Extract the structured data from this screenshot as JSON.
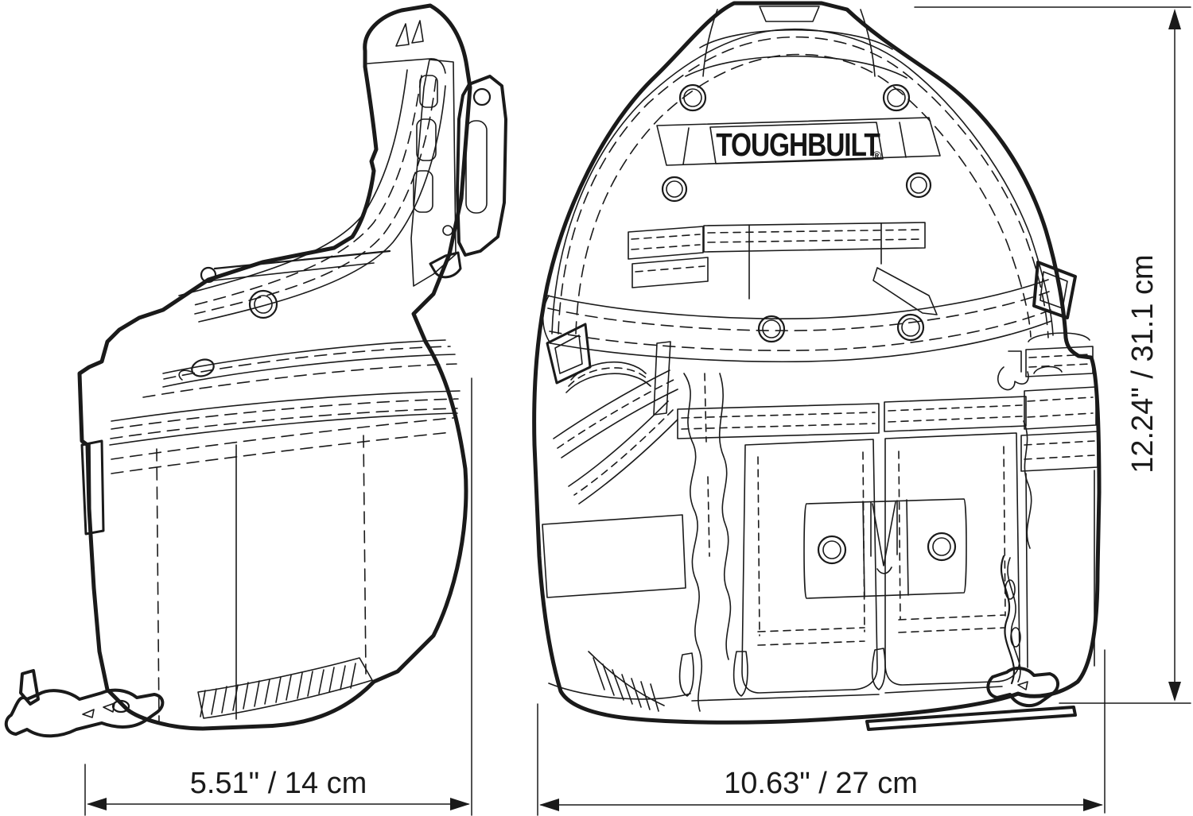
{
  "page": {
    "background_color": "#ffffff",
    "line_color": "#1a1a1a"
  },
  "logo": {
    "brand": "TOUGHBUILT",
    "registered": "®"
  },
  "dimensions": {
    "side_width": "5.51\"  /  14 cm",
    "front_width": "10.63\"  /  27 cm",
    "height": "12.24\"  /  31.1 cm"
  }
}
